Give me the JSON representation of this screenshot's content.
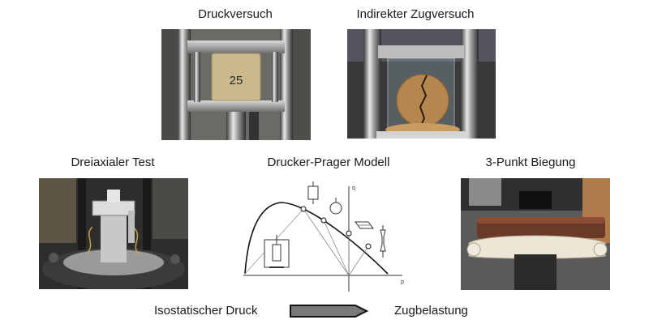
{
  "panels": {
    "compression": {
      "title": "Druckversuch",
      "specimen_label": "25"
    },
    "indirect_tension": {
      "title": "Indirekter Zugversuch"
    },
    "triaxial": {
      "title": "Dreiaxialer Test"
    },
    "drucker_prager": {
      "title": "Drucker-Prager Modell",
      "axis_q": "q",
      "axis_p": "p"
    },
    "three_point_bending": {
      "title": "3-Punkt Biegung"
    }
  },
  "scale": {
    "left_label": "Isostatischer Druck",
    "right_label": "Zugbelastung",
    "arrow_color": "#7a7a7a"
  }
}
